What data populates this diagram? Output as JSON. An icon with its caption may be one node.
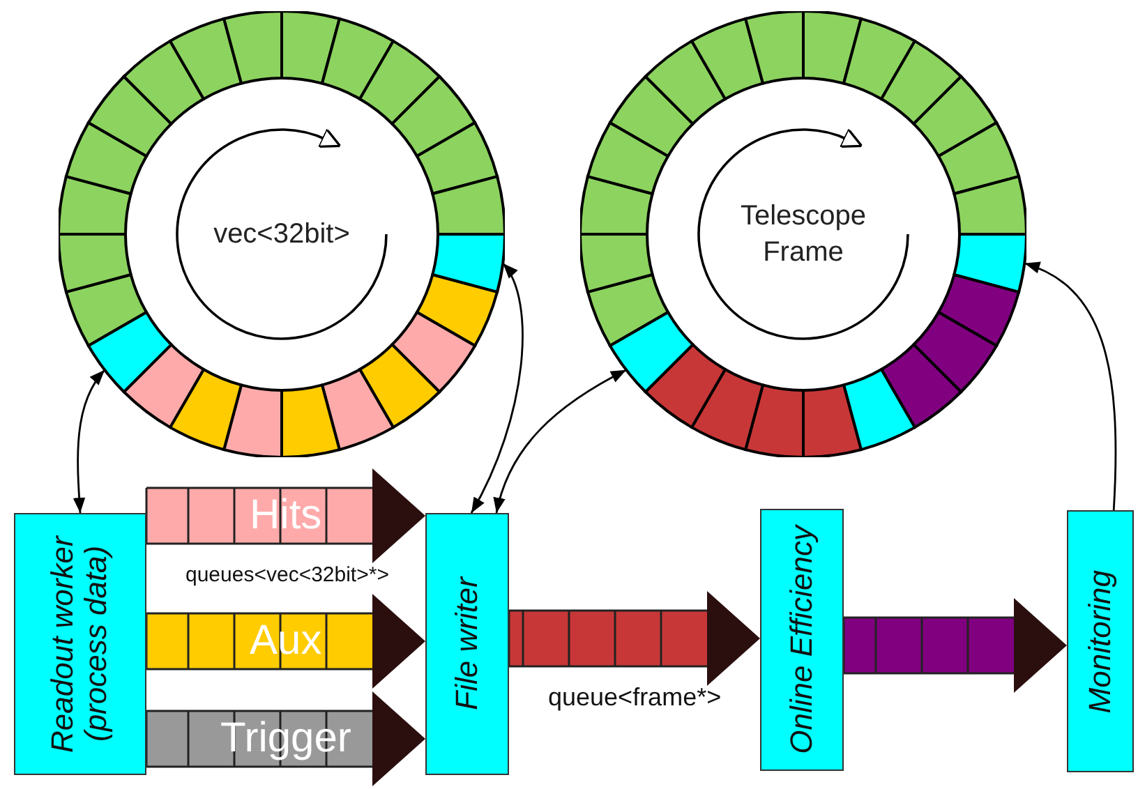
{
  "diagram": {
    "nodes": [
      {
        "text": [
          "vec<32bit>"
        ]
      },
      {
        "text": [],
        "shape": "box",
        "in": 0
      },
      {
        "text": [],
        "shape": "box",
        "in": 0
      },
      {
        "text": [
          "Telescope Frame"
        ]
      },
      {
        "text": [],
        "shape": "box",
        "in": 3
      },
      {
        "text": [],
        "shape": "box",
        "in": 3
      },
      {
        "text": [
          "Readout worker (process data)"
        ]
      },
      {
        "text": [
          "File writer"
        ]
      },
      {
        "text": [
          "Online Efficiency"
        ]
      },
      {
        "text": [
          "Monitoring"
        ]
      }
    ],
    "edges": [
      {
        "from": 2,
        "to": 6,
        "arrow": "both"
      },
      {
        "from": 1,
        "to": 7,
        "arrow": "both"
      },
      {
        "from": 5,
        "to": 7,
        "arrow": "both"
      },
      {
        "from": 9,
        "to": 4,
        "arrow": "to"
      },
      {
        "from": 6,
        "to": 7,
        "arrow": "to",
        "label": "Hits",
        "color": "#ffaaaa"
      },
      {
        "from": 6,
        "to": 7,
        "arrow": "to",
        "label": "Aux",
        "color": "#ffcc00"
      },
      {
        "from": 6,
        "to": 7,
        "arrow": "to",
        "label": "Trigger",
        "color": "#999999"
      },
      {
        "from": 7,
        "to": 8,
        "arrow": "to",
        "label": "queue<frame*>",
        "color": "#c83737"
      },
      {
        "from": 8,
        "to": 9,
        "arrow": "to",
        "color": "#800080"
      }
    ],
    "labels": [
      "queues<vec<32bit>*>"
    ]
  }
}
